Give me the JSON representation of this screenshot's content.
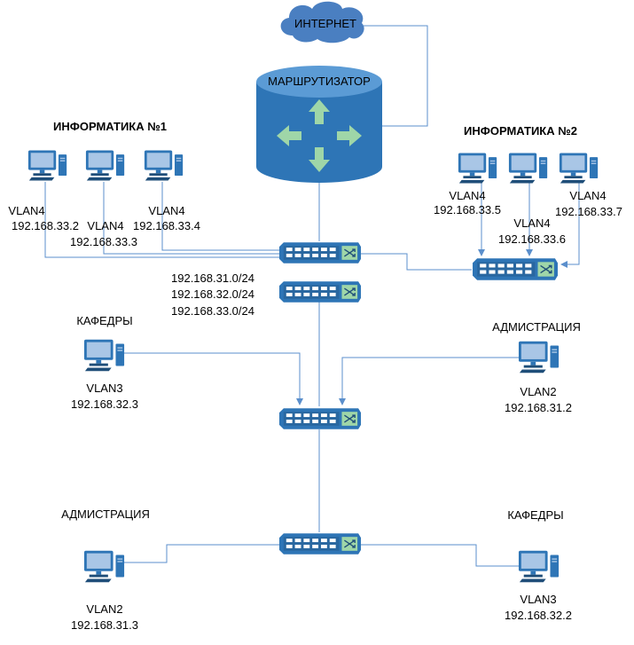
{
  "internet": {
    "label": "ИНТЕРНЕТ"
  },
  "router": {
    "label": "МАРШРУТИЗАТОР"
  },
  "groups": {
    "informatika1": "ИНФОРМАТИКА №1",
    "informatika2": "ИНФОРМАТИКА №2"
  },
  "hosts": {
    "inf1_a": {
      "vlan": "VLAN4",
      "ip": "192.168.33.2"
    },
    "inf1_b": {
      "vlan": "VLAN4",
      "ip": "192.168.33.3"
    },
    "inf1_c": {
      "vlan": "VLAN4",
      "ip": "192.168.33.4"
    },
    "inf2_a": {
      "vlan": "VLAN4",
      "ip": "192.168.33.5"
    },
    "inf2_b": {
      "vlan": "VLAN4",
      "ip": "192.168.33.6"
    },
    "inf2_c": {
      "vlan": "VLAN4",
      "ip": "192.168.33.7"
    },
    "kafedry_left": {
      "group": "КАФЕДРЫ",
      "vlan": "VLAN3",
      "ip": "192.168.32.3"
    },
    "admin_right": {
      "group": "АДМИСТРАЦИЯ",
      "vlan": "VLAN2",
      "ip": "192.168.31.2"
    },
    "admin_left": {
      "group": "АДМИСТРАЦИЯ",
      "vlan": "VLAN2",
      "ip": "192.168.31.3"
    },
    "kafedry_right": {
      "group": "КАФЕДРЫ",
      "vlan": "VLAN3",
      "ip": "192.168.32.2"
    }
  },
  "subnets": [
    "192.168.31.0/24",
    "192.168.32.0/24",
    "192.168.33.0/24"
  ],
  "colors": {
    "device": "#2e75b6",
    "device_dark": "#1f4e79",
    "cloud": "#4a7fc1",
    "screen": "#a9c6e6",
    "arrow": "#9fd6a8",
    "link": "#5b8fcc"
  },
  "icons": [
    "cloud-icon",
    "router-icon",
    "switch-icon",
    "computer-icon"
  ]
}
